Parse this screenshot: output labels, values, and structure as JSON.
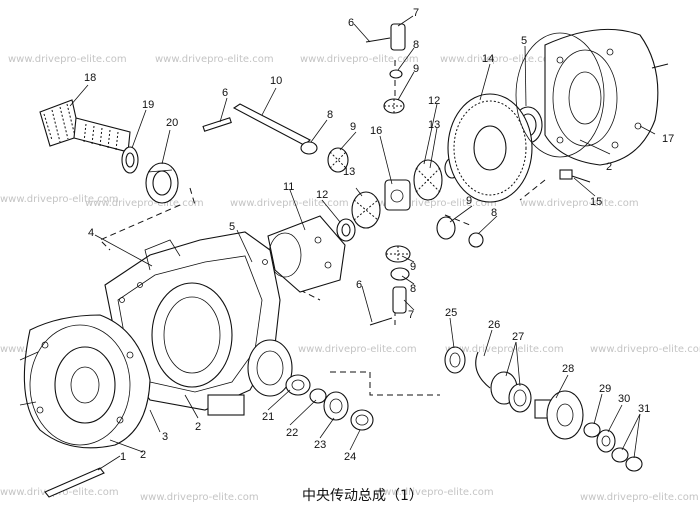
{
  "caption": "中央传动总成（1）",
  "watermark": "www.drivepro-elite.com",
  "callouts": [
    "1",
    "2",
    "3",
    "4",
    "5",
    "6",
    "7",
    "8",
    "9",
    "10",
    "11",
    "12",
    "13",
    "14",
    "15",
    "16",
    "17",
    "18",
    "19",
    "20",
    "21",
    "22",
    "23",
    "24",
    "25",
    "26",
    "27",
    "28",
    "29",
    "30",
    "31"
  ]
}
